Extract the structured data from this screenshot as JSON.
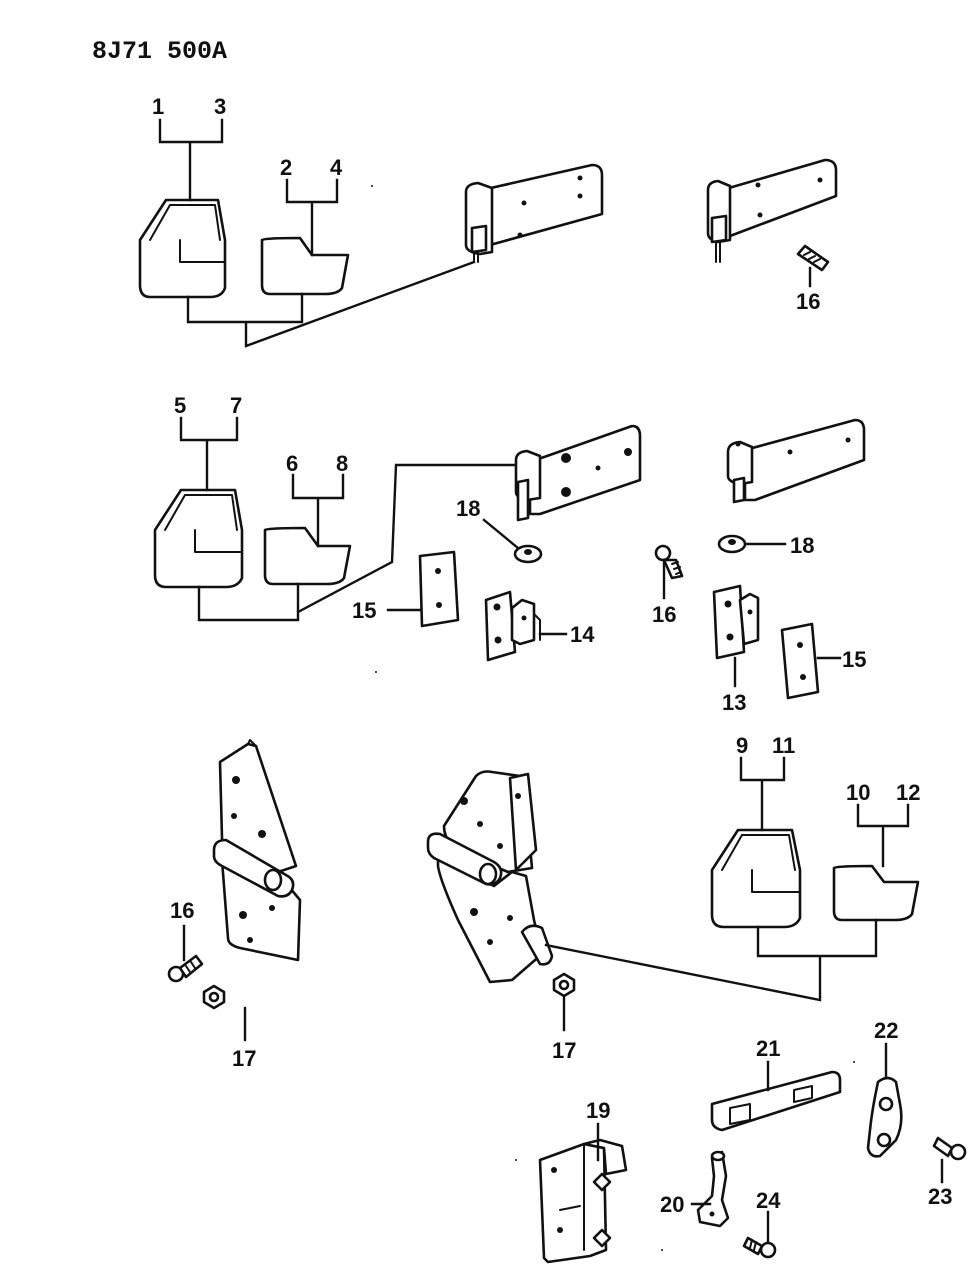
{
  "drawing_id": "8J71 500A",
  "callouts": {
    "c1": "1",
    "c2": "2",
    "c3": "3",
    "c4": "4",
    "c5": "5",
    "c6": "6",
    "c7": "7",
    "c8": "8",
    "c9": "9",
    "c10": "10",
    "c11": "11",
    "c12": "12",
    "c13": "13",
    "c14": "14",
    "c15a": "15",
    "c15b": "15",
    "c16a": "16",
    "c16b": "16",
    "c16c": "16",
    "c17a": "17",
    "c17b": "17",
    "c18a": "18",
    "c18b": "18",
    "c19": "19",
    "c20": "20",
    "c21": "21",
    "c22": "22",
    "c23": "23",
    "c24": "24"
  }
}
